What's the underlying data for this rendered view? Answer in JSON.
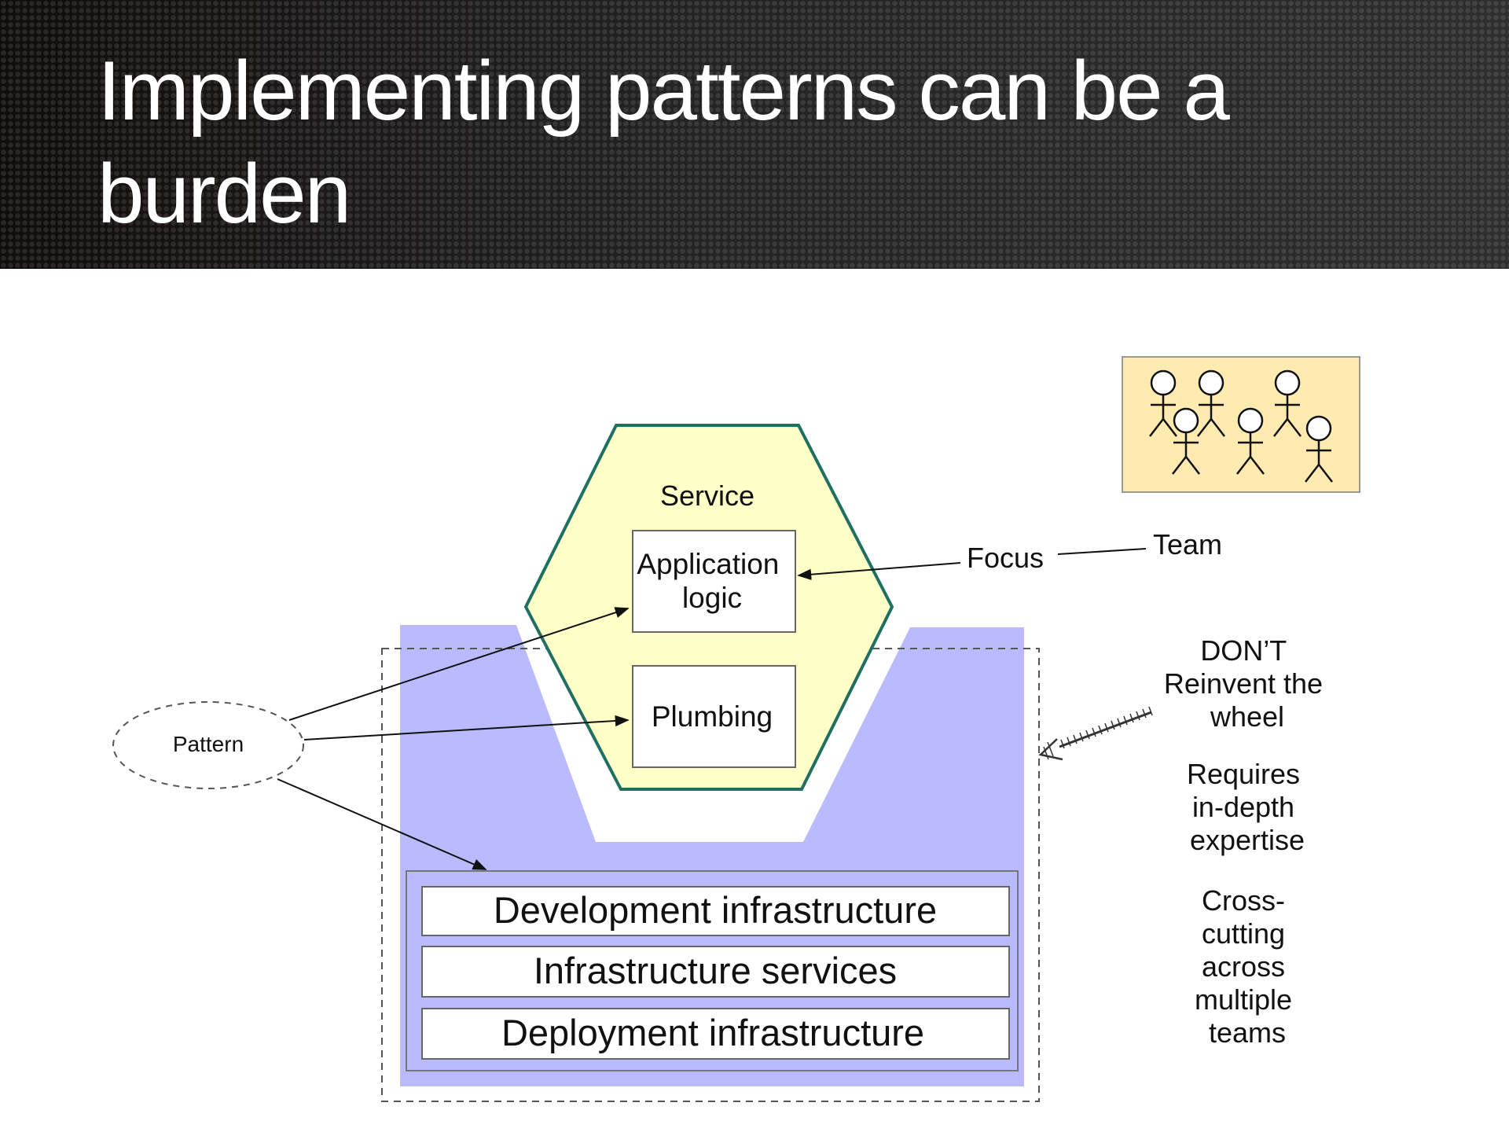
{
  "slide": {
    "title": "Implementing patterns can be a burden"
  },
  "diagram": {
    "service_label": "Service",
    "application_logic": [
      "Application",
      "logic"
    ],
    "plumbing": "Plumbing",
    "focus": "Focus",
    "team": "Team",
    "pattern": "Pattern",
    "layers": [
      "Development infrastructure",
      "Infrastructure services",
      "Deployment infrastructure"
    ],
    "notes": [
      [
        "DON’T",
        "Reinvent the",
        "wheel"
      ],
      [
        "Requires",
        "in-depth",
        "expertise"
      ],
      [
        "Cross-",
        "cutting",
        "across",
        "multiple",
        "teams"
      ]
    ],
    "colors": {
      "hexagon_fill": "#ffffc8",
      "hexagon_stroke": "#1f6f63",
      "infra_fill": "#babaff",
      "team_fill": "#ffeab0"
    }
  }
}
